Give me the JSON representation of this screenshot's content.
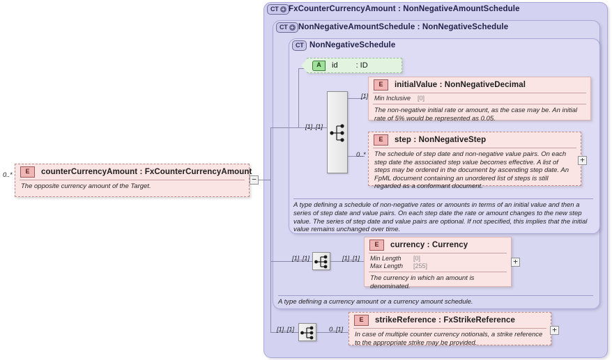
{
  "diagram": {
    "type": "xml-schema-diagram",
    "root_element": {
      "cardinality": "0..*",
      "icon": "E",
      "title": "counterCurrencyAmount : FxCounterCurrencyAmount",
      "documentation": "The opposite currency amount of the Target.",
      "toggle": "−"
    },
    "containers": [
      {
        "badge": "CT",
        "badge_plus": "+",
        "title": "FxCounterCurrencyAmount : NonNegativeAmountSchedule",
        "documentation": ""
      },
      {
        "badge": "CT",
        "badge_plus": "+",
        "title": "NonNegativeAmountSchedule : NonNegativeSchedule",
        "documentation": "A type defining a currency amount or a currency amount schedule."
      },
      {
        "badge": "CT",
        "badge_plus": "",
        "title": "NonNegativeSchedule",
        "documentation": "A type defining a schedule of non-negative rates or amounts in terms of an initial value and then a series of step date and value pairs. On each step date the rate or amount changes to the new step value. The series of step date and value pairs are optional. If not specified, this implies that the initial value remains unchanged over time."
      }
    ],
    "attribute": {
      "icon": "A",
      "name": "id",
      "type": ": ID"
    },
    "elements": [
      {
        "id": "initialValue",
        "icon": "E",
        "title": "initialValue : NonNegativeDecimal",
        "cardinality": "[1]..[1]",
        "facets": [
          {
            "label": "Min Inclusive",
            "value": "[0]"
          }
        ],
        "documentation": "The non-negative initial rate or amount, as the case may be. An initial rate of 5% would be represented as 0.05."
      },
      {
        "id": "step",
        "icon": "E",
        "title": "step        : NonNegativeStep",
        "cardinality": "0..*",
        "facets": [],
        "documentation": "The schedule of step date and non-negative value pairs. On each step date the associated step value becomes effective. A list of steps may be ordered in the document by ascending step date. An FpML document containing an unordered list of steps is still regarded as a conformant document.",
        "toggle": "+"
      },
      {
        "id": "currency",
        "icon": "E",
        "title": "currency : Currency",
        "cardinality": "[1]..[1]",
        "facets": [
          {
            "label": "Min Length",
            "value": "[0]"
          },
          {
            "label": "Max Length",
            "value": "[255]"
          }
        ],
        "documentation": "The currency in which an amount is denominated.",
        "toggle": "+"
      },
      {
        "id": "strikeReference",
        "icon": "E",
        "title": "strikeReference : FxStrikeReference",
        "cardinality": "0..[1]",
        "facets": [],
        "documentation": "In case of multiple counter currency notionals, a strike reference to the appropriate strike may be provided.",
        "toggle": "+"
      }
    ],
    "compositors": [
      {
        "id": "seq-inner",
        "kind": "sequence",
        "cardinality_in": "[1]..[1]"
      },
      {
        "id": "seq-currency",
        "kind": "sequence",
        "cardinality_in": "[1]..[1]",
        "cardinality_out": "[1]..[1]"
      },
      {
        "id": "seq-strike",
        "kind": "sequence",
        "cardinality_in": "[1]..[1]",
        "cardinality_out": "0..[1]"
      }
    ],
    "colors": {
      "container_bg": "#d3d2f0",
      "element_bg": "#fbe4e4",
      "attribute_bg": "#e2f4e0",
      "line": "#8a8aa8",
      "page_bg": "#ffffff"
    }
  }
}
